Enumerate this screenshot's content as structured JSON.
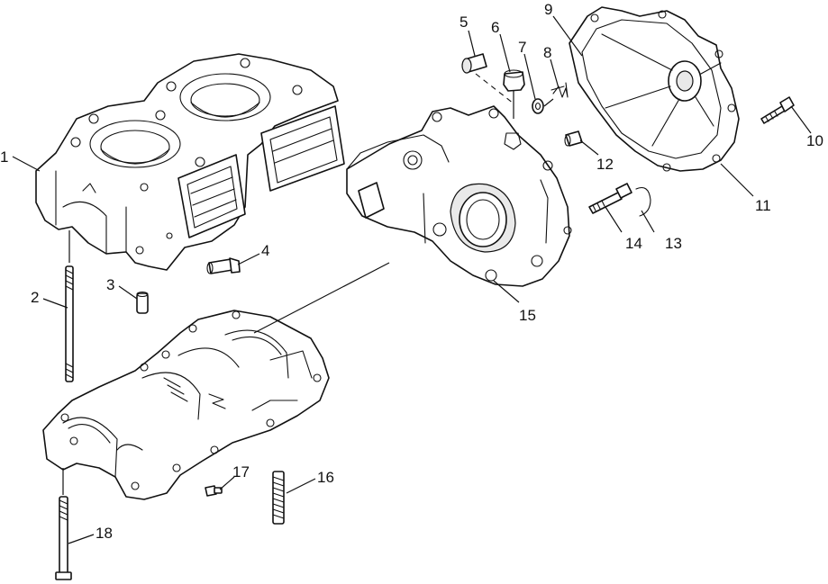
{
  "callouts": [
    {
      "id": "1",
      "text": "1"
    },
    {
      "id": "2",
      "text": "2"
    },
    {
      "id": "3",
      "text": "3"
    },
    {
      "id": "4",
      "text": "4"
    },
    {
      "id": "5",
      "text": "5"
    },
    {
      "id": "6",
      "text": "6"
    },
    {
      "id": "7",
      "text": "7"
    },
    {
      "id": "8",
      "text": "8"
    },
    {
      "id": "9",
      "text": "9"
    },
    {
      "id": "10",
      "text": "10"
    },
    {
      "id": "11",
      "text": "11"
    },
    {
      "id": "12",
      "text": "12"
    },
    {
      "id": "13",
      "text": "13"
    },
    {
      "id": "14",
      "text": "14"
    },
    {
      "id": "15",
      "text": "15"
    },
    {
      "id": "16",
      "text": "16"
    },
    {
      "id": "17",
      "text": "17"
    },
    {
      "id": "18",
      "text": "18"
    }
  ]
}
